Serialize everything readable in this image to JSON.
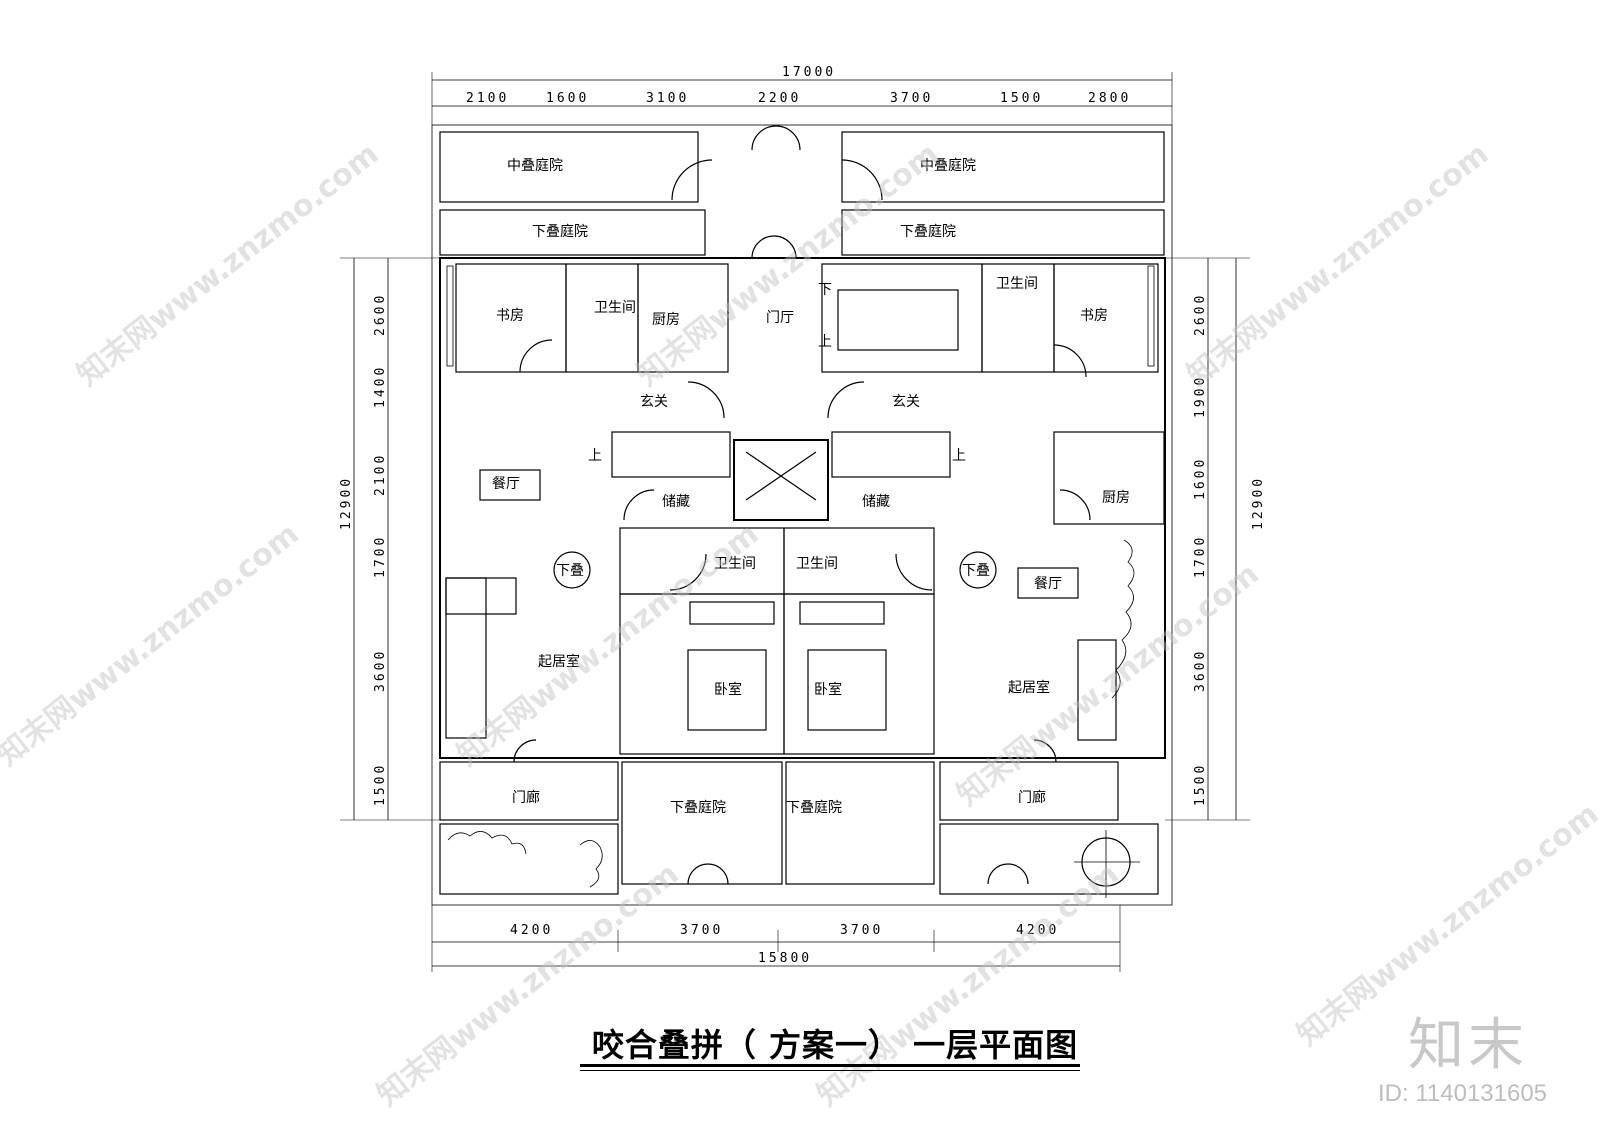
{
  "title": "咬合叠拼（ 方案一） 一层平面图",
  "watermark": {
    "site": "知末网www.znzmo.com",
    "logo": "知末",
    "id": "ID: 1140131605"
  },
  "dimensions": {
    "top_total": "17000",
    "top": [
      "2100",
      "1600",
      "3100",
      "2200",
      "3700",
      "1500",
      "2800"
    ],
    "bottom": [
      "4200",
      "3700",
      "3700",
      "4200"
    ],
    "bottom_total": "15800",
    "left": [
      "2600",
      "1400",
      "2100",
      "1700",
      "3600",
      "1500"
    ],
    "left_total": "12900",
    "right": [
      "2600",
      "1900",
      "1600",
      "1700",
      "3600",
      "1500"
    ],
    "right_total": "12900"
  },
  "rooms": {
    "mid_court_left": "中叠庭院",
    "mid_court_right": "中叠庭院",
    "low_court_left_top": "下叠庭院",
    "low_court_right_top": "下叠庭院",
    "study_left": "书房",
    "bath_left_top": "卫生间",
    "kitchen_left": "厨房",
    "hall": "门厅",
    "stair_down": "下",
    "stair_up": "上",
    "bath_right_top": "卫生间",
    "study_right": "书房",
    "foyer_left": "玄关",
    "foyer_right": "玄关",
    "up_left": "上",
    "up_right": "上",
    "dining_left": "餐厅",
    "storage_left": "储藏",
    "storage_right": "储藏",
    "kitchen_right": "厨房",
    "down_left": "下叠",
    "down_right": "下叠",
    "bath_mid_left": "卫生间",
    "bath_mid_right": "卫生间",
    "dining_right": "餐厅",
    "living_left": "起居室",
    "bedroom_left": "卧室",
    "bedroom_right": "卧室",
    "living_right": "起居室",
    "porch_left": "门廊",
    "porch_right": "门廊",
    "low_court_mid_left": "下叠庭院",
    "low_court_mid_right": "下叠庭院"
  }
}
